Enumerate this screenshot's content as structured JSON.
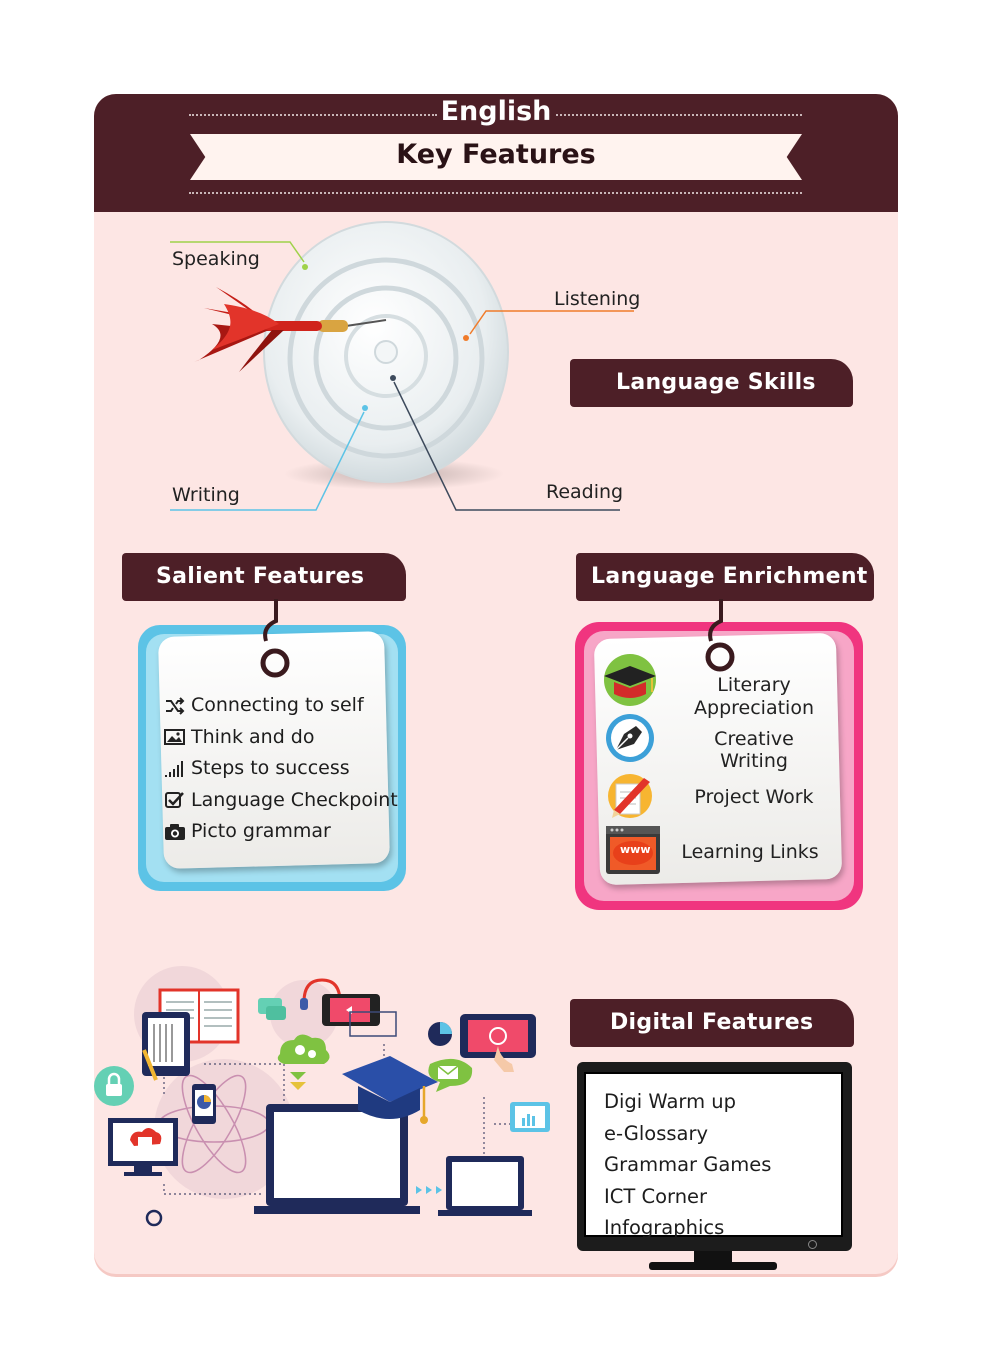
{
  "header": {
    "subject": "English",
    "title": "Key Features"
  },
  "language_skills": {
    "heading": "Language Skills",
    "skills": {
      "speaking": "Speaking",
      "listening": "Listening",
      "writing": "Writing",
      "reading": "Reading"
    }
  },
  "salient_features": {
    "heading": "Salient Features",
    "items": [
      {
        "icon": "shuffle-icon",
        "label": "Connecting to self"
      },
      {
        "icon": "image-icon",
        "label": "Think and do"
      },
      {
        "icon": "signal-bars-icon",
        "label": "Steps to success"
      },
      {
        "icon": "checkbox-icon",
        "label": "Language Checkpoint"
      },
      {
        "icon": "camera-icon",
        "label": "Picto grammar"
      }
    ]
  },
  "language_enrichment": {
    "heading": "Language Enrichment",
    "items": [
      {
        "icon": "graduation-cap-icon",
        "label_line1": "Literary",
        "label_line2": "Appreciation"
      },
      {
        "icon": "pen-nib-icon",
        "label": "Creative Writing"
      },
      {
        "icon": "pencil-paper-icon",
        "label": "Project Work"
      },
      {
        "icon": "www-browser-icon",
        "label": "Learning Links",
        "badge": "www"
      }
    ]
  },
  "digital_features": {
    "heading": "Digital Features",
    "items": [
      "Digi Warm up",
      "e-Glossary",
      "Grammar Games",
      "ICT Corner",
      "Infographics"
    ]
  },
  "colors": {
    "maroon": "#4d1f27",
    "card_bg": "#fde6e4",
    "salient_frame": "#5cc3e6",
    "enrichment_frame": "#f0357f",
    "speaking_line": "#9fd24a",
    "listening_line": "#f07b2a",
    "writing_line": "#5cc3e6",
    "reading_line": "#3d4a5c"
  }
}
